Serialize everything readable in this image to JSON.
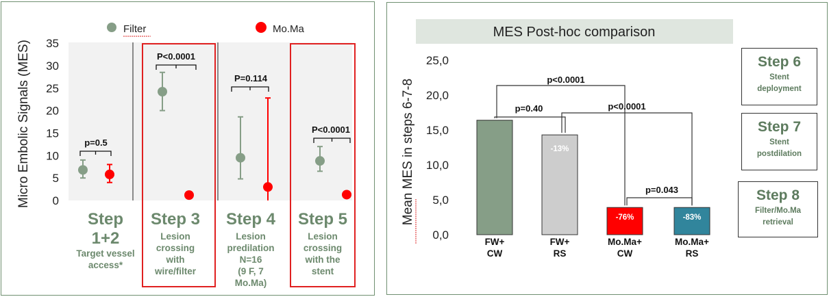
{
  "left": {
    "chart_data": {
      "type": "scatter",
      "ylabel": "Micro Embolic Signals (MES)",
      "ylim": [
        0,
        35
      ],
      "yticks": [
        0,
        5,
        10,
        15,
        20,
        25,
        30,
        35
      ],
      "legend": [
        {
          "name": "Filter",
          "color": "#869e87"
        },
        {
          "name": "Mo.Ma",
          "color": "#ff0000"
        }
      ],
      "groups": [
        {
          "step": "Step",
          "step2": "1+2",
          "desc": [
            "Target vessel",
            "access*"
          ],
          "filter": {
            "mean": 6.8,
            "low": 5.0,
            "high": 9.0
          },
          "moma": {
            "mean": 5.8,
            "low": 4.0,
            "high": 8.0
          },
          "p": "p=0.5",
          "highlight": false
        },
        {
          "step": "Step 3",
          "desc": [
            "Lesion",
            "crossing",
            "with",
            "wire/filter"
          ],
          "filter": {
            "mean": 24.2,
            "low": 20.0,
            "high": 28.5
          },
          "moma": {
            "mean": 1.2
          },
          "p": "P<0.0001",
          "highlight": true
        },
        {
          "step": "Step 4",
          "desc": [
            "Lesion",
            "predilation",
            "N=16",
            "(9 F, 7",
            "Mo.Ma)"
          ],
          "filter": {
            "mean": 9.5,
            "low": 4.8,
            "high": 18.6
          },
          "moma": {
            "mean": 3.0,
            "low": 0,
            "high": 22.8
          },
          "p": "P=0.114",
          "highlight": false
        },
        {
          "step": "Step 5",
          "desc": [
            "Lesion",
            "crossing",
            "with the",
            "stent"
          ],
          "filter": {
            "mean": 8.8,
            "low": 6.5,
            "high": 12.0
          },
          "moma": {
            "mean": 1.3
          },
          "p": "P<0.0001",
          "highlight": true
        }
      ]
    }
  },
  "right": {
    "chart_data": {
      "type": "bar",
      "title": "MES  Post-hoc comparison",
      "ylabel": "Mean  MES in steps 6-7-8",
      "ylim": [
        0,
        25
      ],
      "yticks": [
        "0,0",
        "5,0",
        "10,0",
        "15,0",
        "20,0",
        "25,0"
      ],
      "categories": [
        [
          "FW+",
          "CW"
        ],
        [
          "FW+",
          "RS"
        ],
        [
          "Mo.Ma+",
          "CW"
        ],
        [
          "Mo.Ma+",
          "RS"
        ]
      ],
      "values": [
        16.4,
        14.3,
        3.9,
        3.9
      ],
      "colors": [
        "#869e87",
        "#cdcdcd",
        "#ff0000",
        "#31859c"
      ],
      "bar_labels": [
        "",
        "-13%",
        "-76%",
        "-83%"
      ],
      "comparisons": [
        {
          "from": 0,
          "to": 2,
          "p": "p<0.0001"
        },
        {
          "from": 0,
          "to": 1,
          "p": "p=0.40"
        },
        {
          "from": 1,
          "to": 3,
          "p": "p<0.0001"
        },
        {
          "from": 2,
          "to": 3,
          "p": "p=0.043"
        }
      ]
    },
    "steps": [
      {
        "title": "Step 6",
        "desc": [
          "Stent",
          "deployment"
        ]
      },
      {
        "title": "Step 7",
        "desc": [
          "Stent",
          "postdilation"
        ]
      },
      {
        "title": "Step 8",
        "desc": [
          "Filter/Mo.Ma",
          "retrieval"
        ]
      }
    ]
  }
}
